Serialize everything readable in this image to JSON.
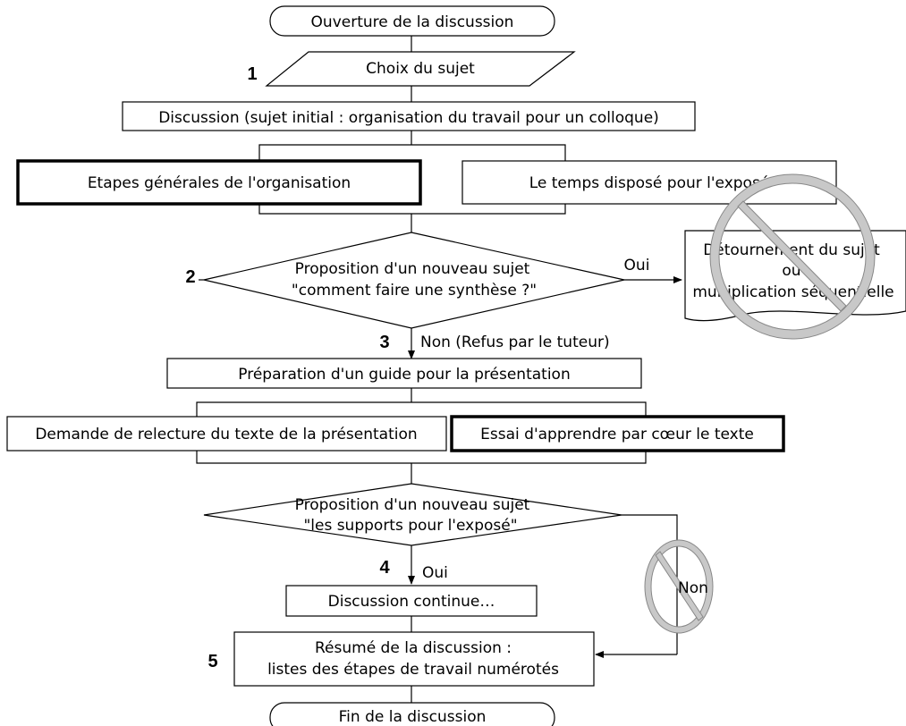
{
  "nodes": {
    "start": "Ouverture de la discussion",
    "choice": "Choix du sujet",
    "discussion": "Discussion (sujet initial : organisation du travail pour un colloque)",
    "etapes": "Etapes générales de l'organisation",
    "temps": "Le temps disposé pour l'exposé",
    "decision1_line1": "Proposition d'un nouveau sujet",
    "decision1_line2": "\"comment faire une synthèse ?\"",
    "detour_line1": "Détournement du sujet",
    "detour_line2": "ou",
    "detour_line3": "multiplication séquentielle",
    "preparation": "Préparation d'un guide pour la présentation",
    "relecture": "Demande de relecture du texte de la présentation",
    "essai": "Essai d'apprendre par cœur le texte",
    "decision2_line1": "Proposition d'un nouveau sujet",
    "decision2_line2": "\"les supports pour l'exposé\"",
    "continue": "Discussion continue…",
    "resume_line1": "Résumé de la discussion :",
    "resume_line2": "listes des étapes de travail numérotés",
    "end": "Fin de la discussion"
  },
  "edges": {
    "oui1": "Oui",
    "non1": "Non (Refus par le tuteur)",
    "oui2": "Oui",
    "non2": "Non"
  },
  "steps": {
    "s1": "1",
    "s2": "2",
    "s3": "3",
    "s4": "4",
    "s5": "5"
  },
  "colors": {
    "line": "#000000",
    "prohibition_fill": "#c8c8c8",
    "prohibition_stroke": "#888888"
  }
}
